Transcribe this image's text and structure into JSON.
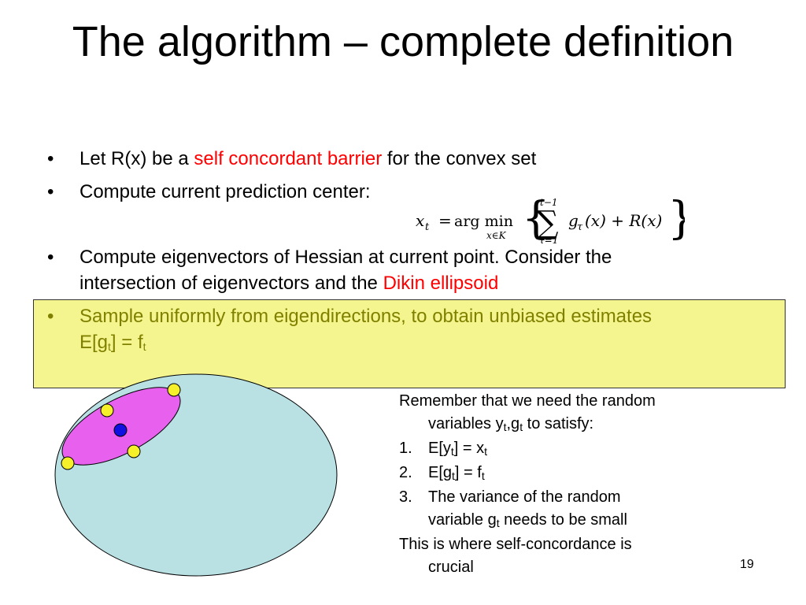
{
  "slide": {
    "title": "The algorithm – complete definition",
    "page_number": "19"
  },
  "bullets": {
    "b1": {
      "pre": "Let R(x) be a ",
      "highlight": "self concordant barrier",
      "post": " for the convex set"
    },
    "b2": {
      "text": "Compute current prediction center:"
    },
    "b3": {
      "line1": "Compute eigenvectors of Hessian at current point. Consider the",
      "line2_pre": "intersection of eigenvectors and the ",
      "line2_highlight": "Dikin ellipsoid"
    },
    "b4": {
      "line1": "Sample uniformly from eigendirections, to obtain unbiased estimates",
      "line2_pre": "E[g",
      "line2_sub1": "t",
      "line2_mid": "] = f",
      "line2_sub2": "t"
    }
  },
  "formula": {
    "lhs_var": "x",
    "lhs_sub": "t",
    "equals": "=",
    "op": "arg min",
    "op_sub": "x∈K",
    "sum_upper": "t−1",
    "sum_lower": "τ=1",
    "sum_symbol": "∑",
    "term1": "g",
    "term1_sub": "τ",
    "term1_arg": "(x) + R(x)",
    "left_brace": "{",
    "right_brace": "}"
  },
  "note": {
    "intro1": "Remember that we need the random",
    "intro2_pre": "variables y",
    "intro2_sub1": "t",
    "intro2_mid": ",g",
    "intro2_sub2": "t",
    "intro2_post": " to satisfy:",
    "items": [
      {
        "num": "1.",
        "pre": "E[y",
        "sub1": "t",
        "mid": "] = x",
        "sub2": "t"
      },
      {
        "num": "2.",
        "pre": "E[g",
        "sub1": "t",
        "mid": "] = f",
        "sub2": "t"
      },
      {
        "num": "3.",
        "line1": "The variance of the random",
        "line2_pre": "variable g",
        "line2_sub": "t",
        "line2_post": " needs to be small"
      }
    ],
    "outro1": "This is where self-concordance is",
    "outro2": "crucial"
  },
  "colors": {
    "highlight_text": "#ff0000",
    "sample_text": "#808000",
    "box_fill": "#f4f58f",
    "outer_ellipse": "#b9e0e3",
    "dikin_ellipse": "#e860ee",
    "center_point": "#1010e0",
    "sample_points": "#f6f02a"
  }
}
